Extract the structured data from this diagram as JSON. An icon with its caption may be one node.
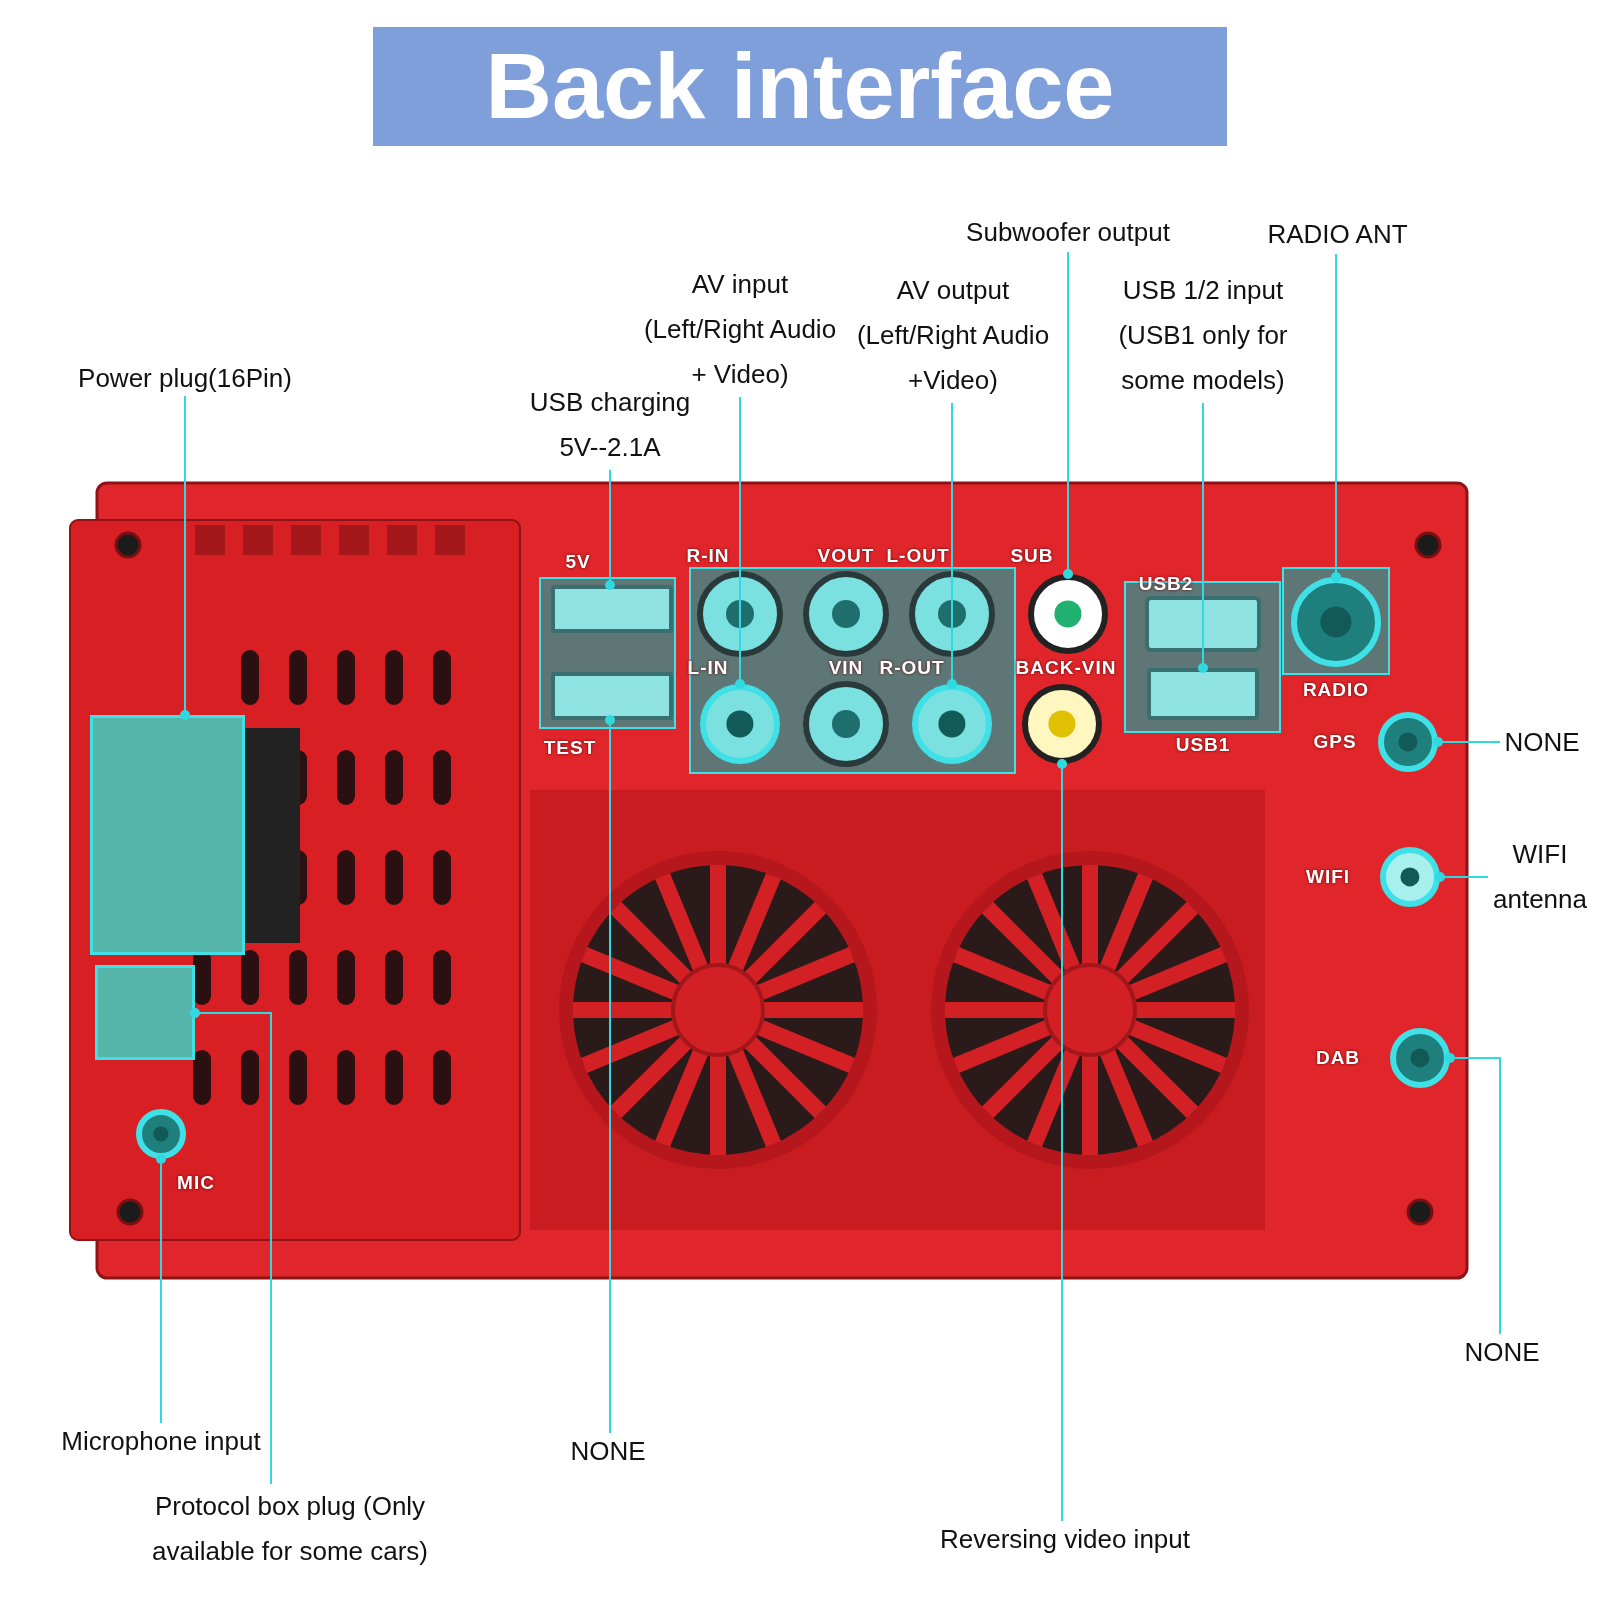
{
  "diagram": {
    "title": "Back interface",
    "nodes": [
      {
        "text": [
          "Power plug(16Pin)"
        ]
      },
      {
        "text": [],
        "shape": "box"
      },
      {
        "text": [
          "USB charging 5V--2.1A"
        ]
      },
      {
        "text": [],
        "shape": "box"
      },
      {
        "text": [
          "AV input (Left/Right Audio + Video)"
        ]
      },
      {
        "text": [],
        "shape": "circle"
      },
      {
        "text": [
          "AV output (Left/Right Audio +Video)"
        ]
      },
      {
        "text": [],
        "shape": "circle"
      },
      {
        "text": [
          "Subwoofer output"
        ]
      },
      {
        "text": [],
        "shape": "circle"
      },
      {
        "text": [
          "USB 1/2 input (USB1 only for some models)"
        ]
      },
      {
        "text": [],
        "shape": "box"
      },
      {
        "text": [
          "RADIO ANT"
        ]
      },
      {
        "text": [],
        "shape": "circle"
      },
      {
        "text": [
          "NONE"
        ]
      },
      {
        "text": [],
        "shape": "circle"
      },
      {
        "text": [
          "WIFI antenna"
        ]
      },
      {
        "text": [],
        "shape": "circle"
      },
      {
        "text": [
          "NONE"
        ]
      },
      {
        "text": [],
        "shape": "circle"
      },
      {
        "text": [
          "Microphone input"
        ]
      },
      {
        "text": [],
        "shape": "circle"
      },
      {
        "text": [
          "Protocol box plug (Only available for some cars)"
        ]
      },
      {
        "text": [],
        "shape": "box"
      },
      {
        "text": [
          "NONE"
        ]
      },
      {
        "text": [],
        "shape": "box"
      },
      {
        "text": [
          "Reversing video input"
        ]
      },
      {
        "text": [],
        "shape": "circle"
      }
    ],
    "edges": [
      {
        "from": 0,
        "to": 1,
        "arrow": "other"
      },
      {
        "from": 2,
        "to": 3,
        "arrow": "other"
      },
      {
        "from": 4,
        "to": 5,
        "arrow": "other"
      },
      {
        "from": 6,
        "to": 7,
        "arrow": "other"
      },
      {
        "from": 8,
        "to": 9,
        "arrow": "other"
      },
      {
        "from": 10,
        "to": 11,
        "arrow": "other"
      },
      {
        "from": 12,
        "to": 13,
        "arrow": "other"
      },
      {
        "from": 14,
        "to": 15,
        "arrow": "other"
      },
      {
        "from": 16,
        "to": 17,
        "arrow": "other"
      },
      {
        "from": 18,
        "to": 19,
        "arrow": "other"
      },
      {
        "from": 20,
        "to": 21,
        "arrow": "other"
      },
      {
        "from": 22,
        "to": 23,
        "arrow": "other"
      },
      {
        "from": 24,
        "to": 25,
        "arrow": "other"
      },
      {
        "from": 26,
        "to": 27,
        "arrow": "other"
      }
    ],
    "labels": [
      "5V",
      "R-IN",
      "VOUT",
      "L-OUT",
      "SUB",
      "USB2",
      "L-IN",
      "VIN",
      "R-OUT",
      "BACK-VIN",
      "RADIO",
      "GPS",
      "TEST",
      "USB1",
      "WIFI",
      "DAB",
      "MIC"
    ]
  }
}
